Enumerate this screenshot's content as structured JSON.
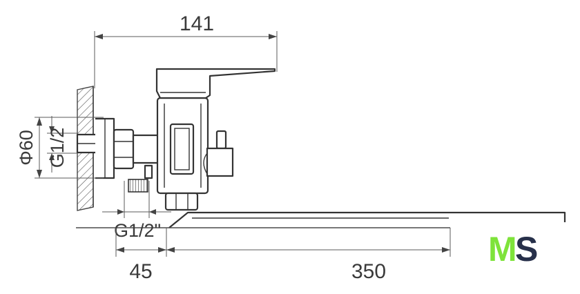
{
  "dimensions": {
    "overall_depth": "141",
    "flange_diameter": "Φ60",
    "wall_thread": "G1/2",
    "outlet_thread": "G1/2\"",
    "offset": "45",
    "spout_length": "350"
  },
  "logo": {
    "letter_m": "M",
    "letter_s": "S",
    "color_m": "#7ee33a",
    "color_s": "#27304a"
  }
}
